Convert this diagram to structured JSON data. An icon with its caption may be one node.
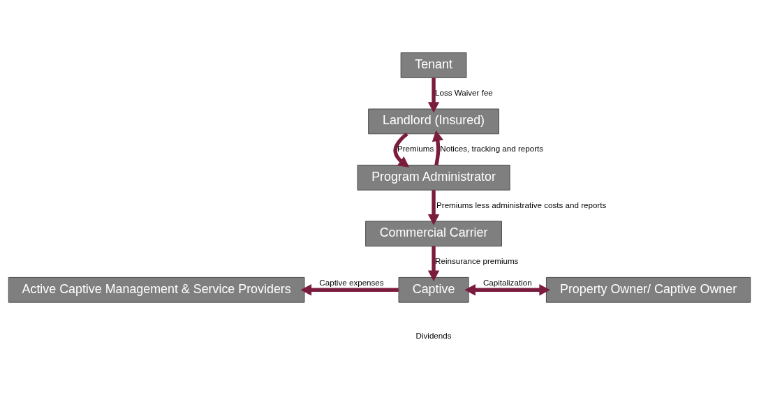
{
  "diagram": {
    "nodes": [
      {
        "text": [
          "Tenant"
        ]
      },
      {
        "text": [
          "Landlord (Insured)"
        ]
      },
      {
        "text": [
          "Program Administrator"
        ]
      },
      {
        "text": [
          "Commercial Carrier"
        ]
      },
      {
        "text": [
          "Captive"
        ]
      },
      {
        "text": [
          "Active Captive Management & Service Providers"
        ]
      },
      {
        "text": [
          "Property Owner/ Captive Owner"
        ]
      }
    ],
    "edges": [
      {
        "from": 0,
        "to": 1,
        "arrow": "to",
        "label": "Loss Waiver fee"
      },
      {
        "from": 1,
        "to": 2,
        "arrow": "to",
        "label": "Premiums"
      },
      {
        "from": 2,
        "to": 1,
        "arrow": "to",
        "label": "Notices, tracking and reports"
      },
      {
        "from": 2,
        "to": 3,
        "arrow": "to",
        "label": "Premiums less administrative costs and reports"
      },
      {
        "from": 3,
        "to": 4,
        "arrow": "to",
        "label": "Reinsurance premiums"
      },
      {
        "from": 4,
        "to": 5,
        "arrow": "to",
        "label": "Captive expenses"
      },
      {
        "from": 4,
        "to": 6,
        "arrow": "both",
        "label": "Capitalization"
      }
    ],
    "labels": [
      "Dividends"
    ]
  }
}
